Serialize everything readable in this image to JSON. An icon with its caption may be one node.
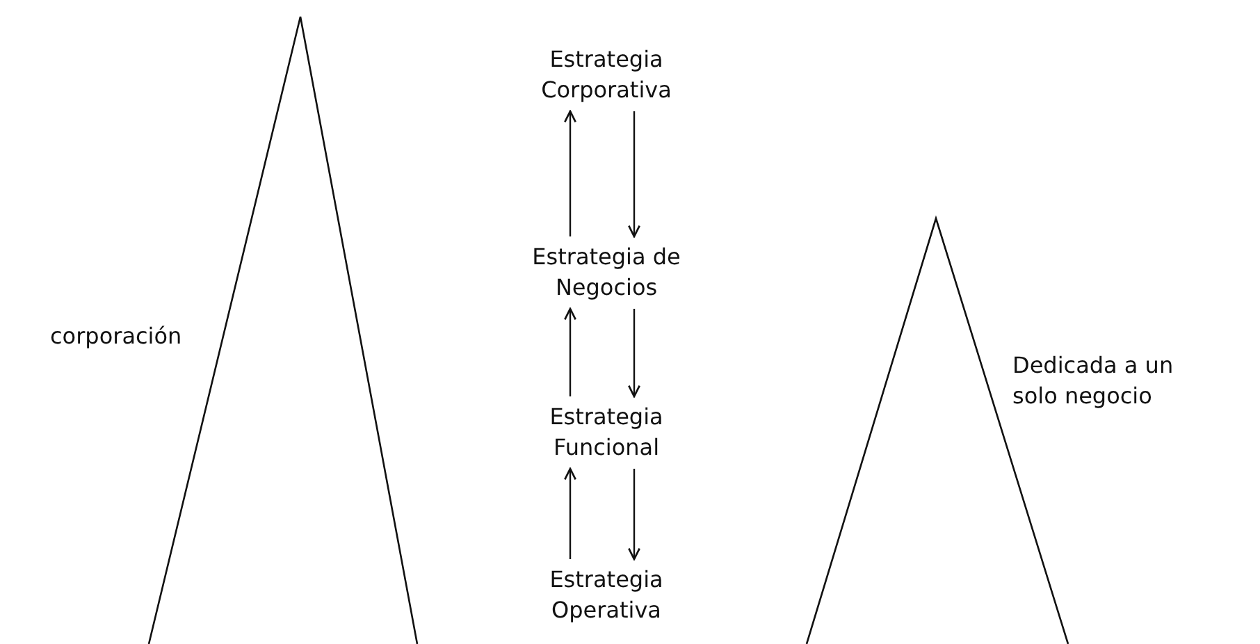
{
  "diagram": {
    "nodes": [
      {
        "text": [
          "Estrategia Corporativa"
        ]
      },
      {
        "text": [
          "Estrategia de Negocios"
        ]
      },
      {
        "text": [
          "Estrategia Funcional"
        ]
      },
      {
        "text": [
          "Estrategia Operativa"
        ]
      }
    ],
    "edges": [
      {
        "from": 1,
        "to": 0,
        "arrow": "to"
      },
      {
        "from": 0,
        "to": 1,
        "arrow": "to"
      },
      {
        "from": 2,
        "to": 1,
        "arrow": "to"
      },
      {
        "from": 1,
        "to": 2,
        "arrow": "to"
      },
      {
        "from": 3,
        "to": 2,
        "arrow": "to"
      },
      {
        "from": 2,
        "to": 3,
        "arrow": "to"
      }
    ],
    "labels": [
      "corporación",
      "Dedicada a un solo negocio"
    ]
  }
}
